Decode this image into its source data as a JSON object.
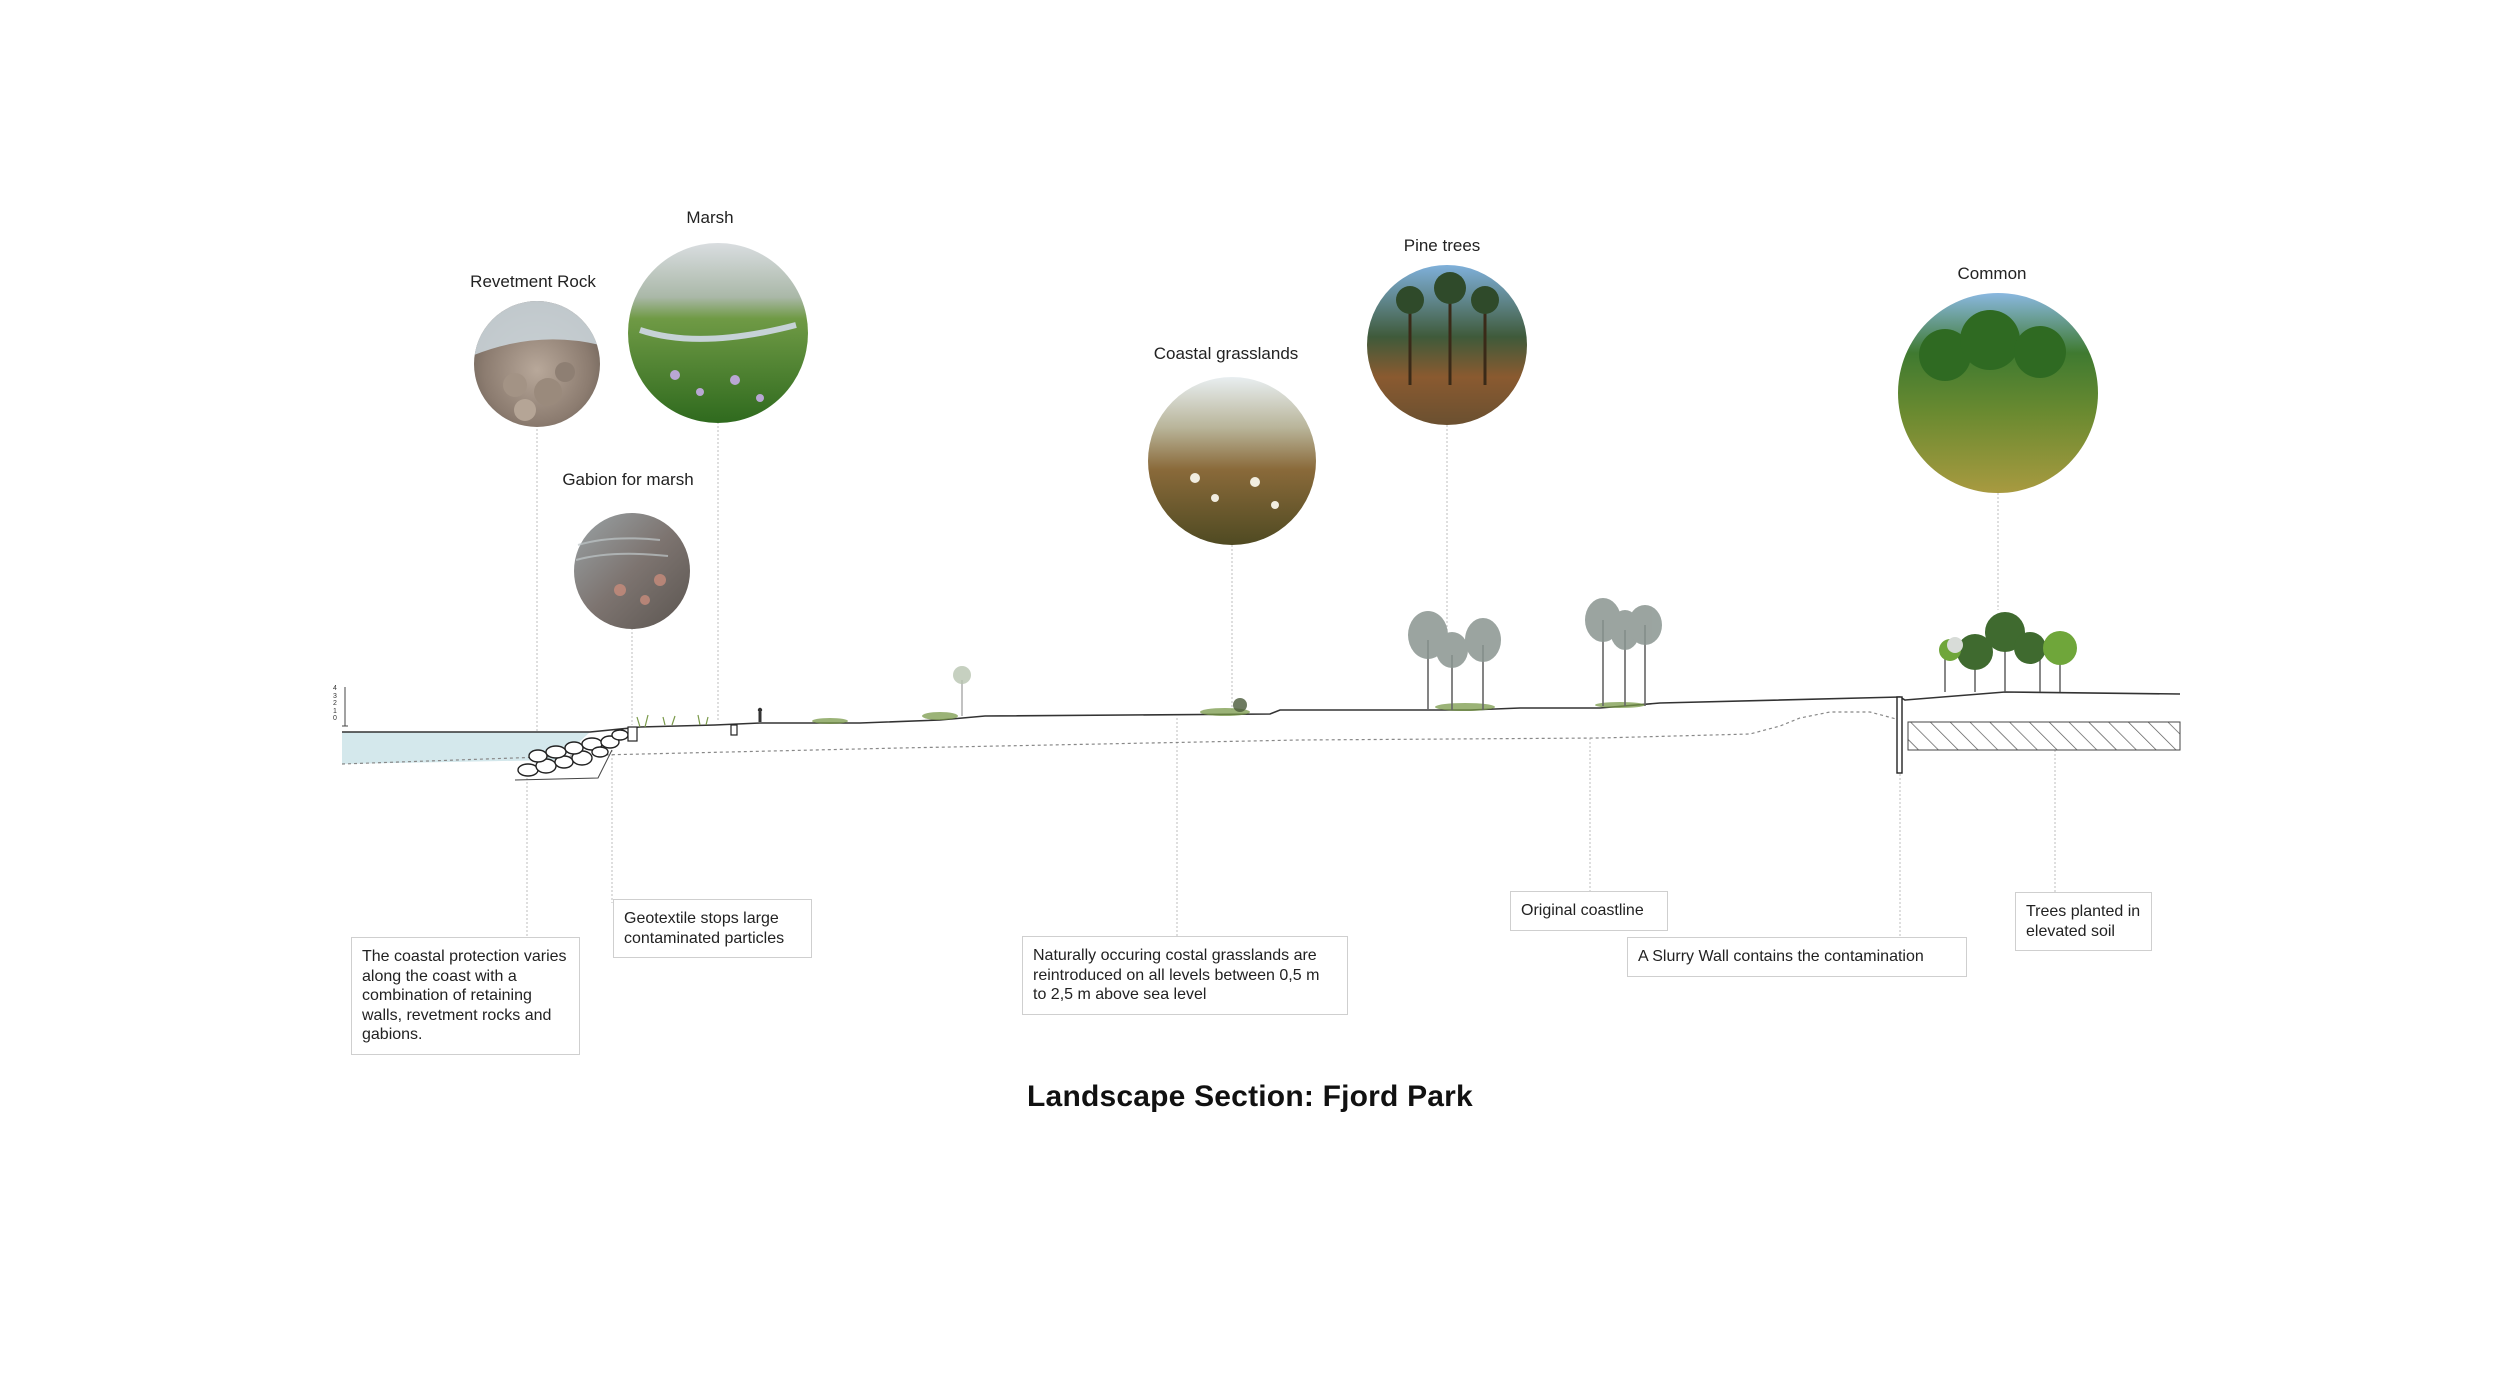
{
  "photos": {
    "revetment_rock": "Revetment Rock",
    "marsh": "Marsh",
    "gabion_for_marsh": "Gabion for marsh",
    "coastal_grasslands": "Coastal grasslands",
    "pine_trees": "Pine trees",
    "common": "Common"
  },
  "notes": {
    "coastal_protection": "The coastal protection varies along the coast with a combination of retaining walls, revetment rocks and gabions.",
    "geotextile": "Geotextile stops large contaminated particles",
    "grasslands": "Naturally occuring costal grasslands are reintroduced on all levels between 0,5 m to 2,5 m above sea level",
    "original_coastline": "Original coastline",
    "slurry_wall": "A Slurry Wall contains the contamination",
    "trees_planted": "Trees planted in elevated soil"
  },
  "scale_ticks": [
    "4",
    "3",
    "2",
    "1",
    "0"
  ],
  "title": "Landscape Section: Fjord Park",
  "colors": {
    "water": "#d4e8ec",
    "line": "#333333",
    "leader": "#c8c8c8",
    "grass": "#7a9a4a"
  }
}
